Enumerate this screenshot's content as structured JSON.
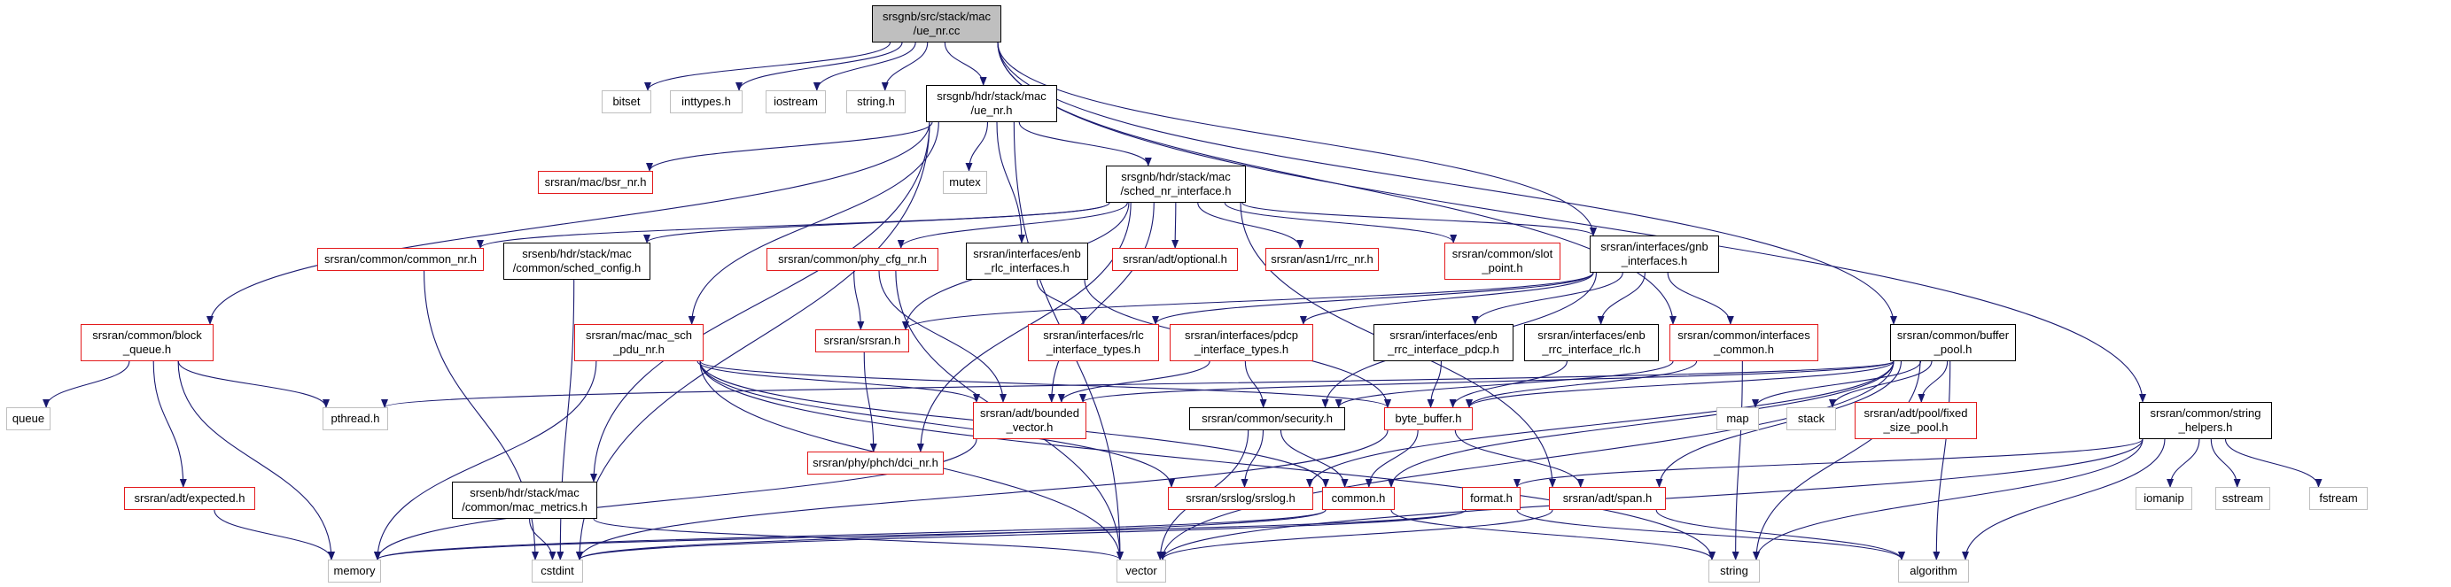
{
  "colors": {
    "edge": "#191970",
    "root_fill": "#bfbfbf",
    "linked_border": "#000000",
    "missing_border": "#e31a1c",
    "system_border": "#bfbfbf"
  },
  "nodes": [
    {
      "id": "root",
      "label": "srsgnb/src/stack/mac\n/ue_nr.cc",
      "kind": "root"
    },
    {
      "id": "bitset",
      "label": "bitset",
      "kind": "system"
    },
    {
      "id": "inttypes",
      "label": "inttypes.h",
      "kind": "system"
    },
    {
      "id": "iostream",
      "label": "iostream",
      "kind": "system"
    },
    {
      "id": "string_h",
      "label": "string.h",
      "kind": "system"
    },
    {
      "id": "ue_nr_h",
      "label": "srsgnb/hdr/stack/mac\n/ue_nr.h",
      "kind": "linked"
    },
    {
      "id": "bsr_nr",
      "label": "srsran/mac/bsr_nr.h",
      "kind": "missing"
    },
    {
      "id": "mutex",
      "label": "mutex",
      "kind": "system"
    },
    {
      "id": "sched_nr_if",
      "label": "srsgnb/hdr/stack/mac\n/sched_nr_interface.h",
      "kind": "linked"
    },
    {
      "id": "block_queue",
      "label": "srsran/common/block\n_queue.h",
      "kind": "missing"
    },
    {
      "id": "common_nr",
      "label": "srsran/common/common_nr.h",
      "kind": "missing"
    },
    {
      "id": "sched_config",
      "label": "srsenb/hdr/stack/mac\n/common/sched_config.h",
      "kind": "linked"
    },
    {
      "id": "phy_cfg_nr",
      "label": "srsran/common/phy_cfg_nr.h",
      "kind": "missing"
    },
    {
      "id": "enb_rlc_if",
      "label": "srsran/interfaces/enb\n_rlc_interfaces.h",
      "kind": "linked"
    },
    {
      "id": "optional",
      "label": "srsran/adt/optional.h",
      "kind": "missing"
    },
    {
      "id": "rrc_nr",
      "label": "srsran/asn1/rrc_nr.h",
      "kind": "missing"
    },
    {
      "id": "slot_point",
      "label": "srsran/common/slot\n_point.h",
      "kind": "missing"
    },
    {
      "id": "gnb_if",
      "label": "srsran/interfaces/gnb\n_interfaces.h",
      "kind": "linked"
    },
    {
      "id": "mac_sch_pdu",
      "label": "srsran/mac/mac_sch\n_pdu_nr.h",
      "kind": "missing"
    },
    {
      "id": "srsran_h",
      "label": "srsran/srsran.h",
      "kind": "missing"
    },
    {
      "id": "rlc_if_types",
      "label": "srsran/interfaces/rlc\n_interface_types.h",
      "kind": "missing"
    },
    {
      "id": "pdcp_if_types",
      "label": "srsran/interfaces/pdcp\n_interface_types.h",
      "kind": "missing"
    },
    {
      "id": "enb_rrc_pdcp",
      "label": "srsran/interfaces/enb\n_rrc_interface_pdcp.h",
      "kind": "linked"
    },
    {
      "id": "enb_rrc_rlc",
      "label": "srsran/interfaces/enb\n_rrc_interface_rlc.h",
      "kind": "linked"
    },
    {
      "id": "if_common",
      "label": "srsran/common/interfaces\n_common.h",
      "kind": "missing"
    },
    {
      "id": "buffer_pool",
      "label": "srsran/common/buffer\n_pool.h",
      "kind": "linked"
    },
    {
      "id": "queue",
      "label": "queue",
      "kind": "system"
    },
    {
      "id": "pthread",
      "label": "pthread.h",
      "kind": "system"
    },
    {
      "id": "dci_nr",
      "label": "srsran/phy/phch/dci_nr.h",
      "kind": "missing"
    },
    {
      "id": "bounded_vector",
      "label": "srsran/adt/bounded\n_vector.h",
      "kind": "missing"
    },
    {
      "id": "security",
      "label": "srsran/common/security.h",
      "kind": "linked"
    },
    {
      "id": "byte_buffer",
      "label": "byte_buffer.h",
      "kind": "missing"
    },
    {
      "id": "map",
      "label": "map",
      "kind": "system"
    },
    {
      "id": "stack",
      "label": "stack",
      "kind": "system"
    },
    {
      "id": "fixed_pool",
      "label": "srsran/adt/pool/fixed\n_size_pool.h",
      "kind": "missing"
    },
    {
      "id": "string_helpers",
      "label": "srsran/common/string\n_helpers.h",
      "kind": "linked"
    },
    {
      "id": "expected",
      "label": "srsran/adt/expected.h",
      "kind": "missing"
    },
    {
      "id": "mac_metrics",
      "label": "srsenb/hdr/stack/mac\n/common/mac_metrics.h",
      "kind": "linked"
    },
    {
      "id": "srslog",
      "label": "srsran/srslog/srslog.h",
      "kind": "missing"
    },
    {
      "id": "common_h",
      "label": "common.h",
      "kind": "missing"
    },
    {
      "id": "format_h",
      "label": "format.h",
      "kind": "missing"
    },
    {
      "id": "span_h",
      "label": "srsran/adt/span.h",
      "kind": "missing"
    },
    {
      "id": "iomanip",
      "label": "iomanip",
      "kind": "system"
    },
    {
      "id": "sstream",
      "label": "sstream",
      "kind": "system"
    },
    {
      "id": "fstream",
      "label": "fstream",
      "kind": "system"
    },
    {
      "id": "memory",
      "label": "memory",
      "kind": "system"
    },
    {
      "id": "cstdint",
      "label": "cstdint",
      "kind": "system"
    },
    {
      "id": "vector",
      "label": "vector",
      "kind": "system"
    },
    {
      "id": "string",
      "label": "string",
      "kind": "system"
    },
    {
      "id": "algorithm",
      "label": "algorithm",
      "kind": "system"
    }
  ],
  "edges": [
    [
      "root",
      "bitset"
    ],
    [
      "root",
      "inttypes"
    ],
    [
      "root",
      "iostream"
    ],
    [
      "root",
      "string_h"
    ],
    [
      "root",
      "ue_nr_h"
    ],
    [
      "root",
      "gnb_if"
    ],
    [
      "root",
      "buffer_pool"
    ],
    [
      "root",
      "string_helpers"
    ],
    [
      "root",
      "if_common"
    ],
    [
      "ue_nr_h",
      "bsr_nr"
    ],
    [
      "ue_nr_h",
      "mutex"
    ],
    [
      "ue_nr_h",
      "sched_nr_if"
    ],
    [
      "ue_nr_h",
      "block_queue"
    ],
    [
      "ue_nr_h",
      "mac_sch_pdu"
    ],
    [
      "ue_nr_h",
      "enb_rlc_if"
    ],
    [
      "ue_nr_h",
      "mac_metrics"
    ],
    [
      "ue_nr_h",
      "vector"
    ],
    [
      "ue_nr_h",
      "cstdint"
    ],
    [
      "sched_nr_if",
      "common_nr"
    ],
    [
      "sched_nr_if",
      "sched_config"
    ],
    [
      "sched_nr_if",
      "phy_cfg_nr"
    ],
    [
      "sched_nr_if",
      "optional"
    ],
    [
      "sched_nr_if",
      "rrc_nr"
    ],
    [
      "sched_nr_if",
      "slot_point"
    ],
    [
      "sched_nr_if",
      "gnb_if"
    ],
    [
      "sched_nr_if",
      "bounded_vector"
    ],
    [
      "sched_nr_if",
      "dci_nr"
    ],
    [
      "sched_nr_if",
      "srsran_h"
    ],
    [
      "sched_nr_if",
      "span_h"
    ],
    [
      "block_queue",
      "queue"
    ],
    [
      "block_queue",
      "pthread"
    ],
    [
      "block_queue",
      "expected"
    ],
    [
      "block_queue",
      "memory"
    ],
    [
      "common_nr",
      "cstdint"
    ],
    [
      "sched_config",
      "cstdint"
    ],
    [
      "phy_cfg_nr",
      "srsran_h"
    ],
    [
      "phy_cfg_nr",
      "bounded_vector"
    ],
    [
      "phy_cfg_nr",
      "vector"
    ],
    [
      "enb_rlc_if",
      "rlc_if_types"
    ],
    [
      "enb_rlc_if",
      "byte_buffer"
    ],
    [
      "gnb_if",
      "rlc_if_types"
    ],
    [
      "gnb_if",
      "pdcp_if_types"
    ],
    [
      "gnb_if",
      "enb_rrc_pdcp"
    ],
    [
      "gnb_if",
      "enb_rrc_rlc"
    ],
    [
      "gnb_if",
      "if_common"
    ],
    [
      "gnb_if",
      "srsran_h"
    ],
    [
      "gnb_if",
      "security"
    ],
    [
      "mac_sch_pdu",
      "bounded_vector"
    ],
    [
      "mac_sch_pdu",
      "byte_buffer"
    ],
    [
      "mac_sch_pdu",
      "common_h"
    ],
    [
      "mac_sch_pdu",
      "srslog"
    ],
    [
      "mac_sch_pdu",
      "memory"
    ],
    [
      "mac_sch_pdu",
      "vector"
    ],
    [
      "mac_sch_pdu",
      "string"
    ],
    [
      "srsran_h",
      "dci_nr"
    ],
    [
      "pdcp_if_types",
      "security"
    ],
    [
      "pdcp_if_types",
      "bounded_vector"
    ],
    [
      "enb_rrc_pdcp",
      "byte_buffer"
    ],
    [
      "enb_rrc_rlc",
      "byte_buffer"
    ],
    [
      "if_common",
      "security"
    ],
    [
      "if_common",
      "byte_buffer"
    ],
    [
      "if_common",
      "string"
    ],
    [
      "buffer_pool",
      "pthread"
    ],
    [
      "buffer_pool",
      "map"
    ],
    [
      "buffer_pool",
      "stack"
    ],
    [
      "buffer_pool",
      "fixed_pool"
    ],
    [
      "buffer_pool",
      "byte_buffer"
    ],
    [
      "buffer_pool",
      "bounded_vector"
    ],
    [
      "buffer_pool",
      "srslog"
    ],
    [
      "buffer_pool",
      "common_h"
    ],
    [
      "buffer_pool",
      "span_h"
    ],
    [
      "buffer_pool",
      "vector"
    ],
    [
      "buffer_pool",
      "string"
    ],
    [
      "buffer_pool",
      "algorithm"
    ],
    [
      "bounded_vector",
      "memory"
    ],
    [
      "security",
      "common_h"
    ],
    [
      "security",
      "srslog"
    ],
    [
      "security",
      "vector"
    ],
    [
      "byte_buffer",
      "common_h"
    ],
    [
      "byte_buffer",
      "span_h"
    ],
    [
      "byte_buffer",
      "cstdint"
    ],
    [
      "string_helpers",
      "format_h"
    ],
    [
      "string_helpers",
      "iomanip"
    ],
    [
      "string_helpers",
      "sstream"
    ],
    [
      "string_helpers",
      "fstream"
    ],
    [
      "string_helpers",
      "string"
    ],
    [
      "string_helpers",
      "algorithm"
    ],
    [
      "string_helpers",
      "vector"
    ],
    [
      "expected",
      "memory"
    ],
    [
      "mac_metrics",
      "cstdint"
    ],
    [
      "mac_metrics",
      "vector"
    ],
    [
      "common_h",
      "memory"
    ],
    [
      "common_h",
      "cstdint"
    ],
    [
      "common_h",
      "string"
    ],
    [
      "format_h",
      "memory"
    ],
    [
      "format_h",
      "cstdint"
    ],
    [
      "format_h",
      "algorithm"
    ],
    [
      "span_h",
      "vector"
    ],
    [
      "span_h",
      "algorithm"
    ]
  ]
}
